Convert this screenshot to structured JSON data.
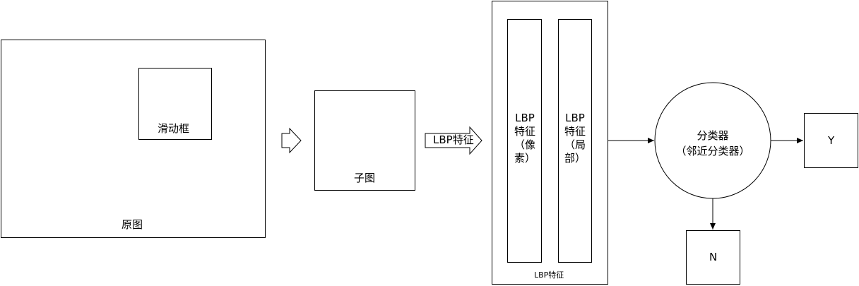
{
  "original": {
    "label": "原图"
  },
  "window": {
    "label": "滑动框"
  },
  "subimage": {
    "label": "子图"
  },
  "lbp_arrow": {
    "label": "LBP特征"
  },
  "features": {
    "caption": "LBP特征",
    "pixel": {
      "line1": "LBP",
      "line2": "特征",
      "line3": "（像",
      "line4": "素）"
    },
    "local": {
      "line1": "LBP",
      "line2": "特征",
      "line3": "（局",
      "line4": "部）"
    }
  },
  "classifier": {
    "line1": "分类器",
    "line2": "（邻近分类器）"
  },
  "outputs": {
    "yes": "Y",
    "no": "N"
  }
}
